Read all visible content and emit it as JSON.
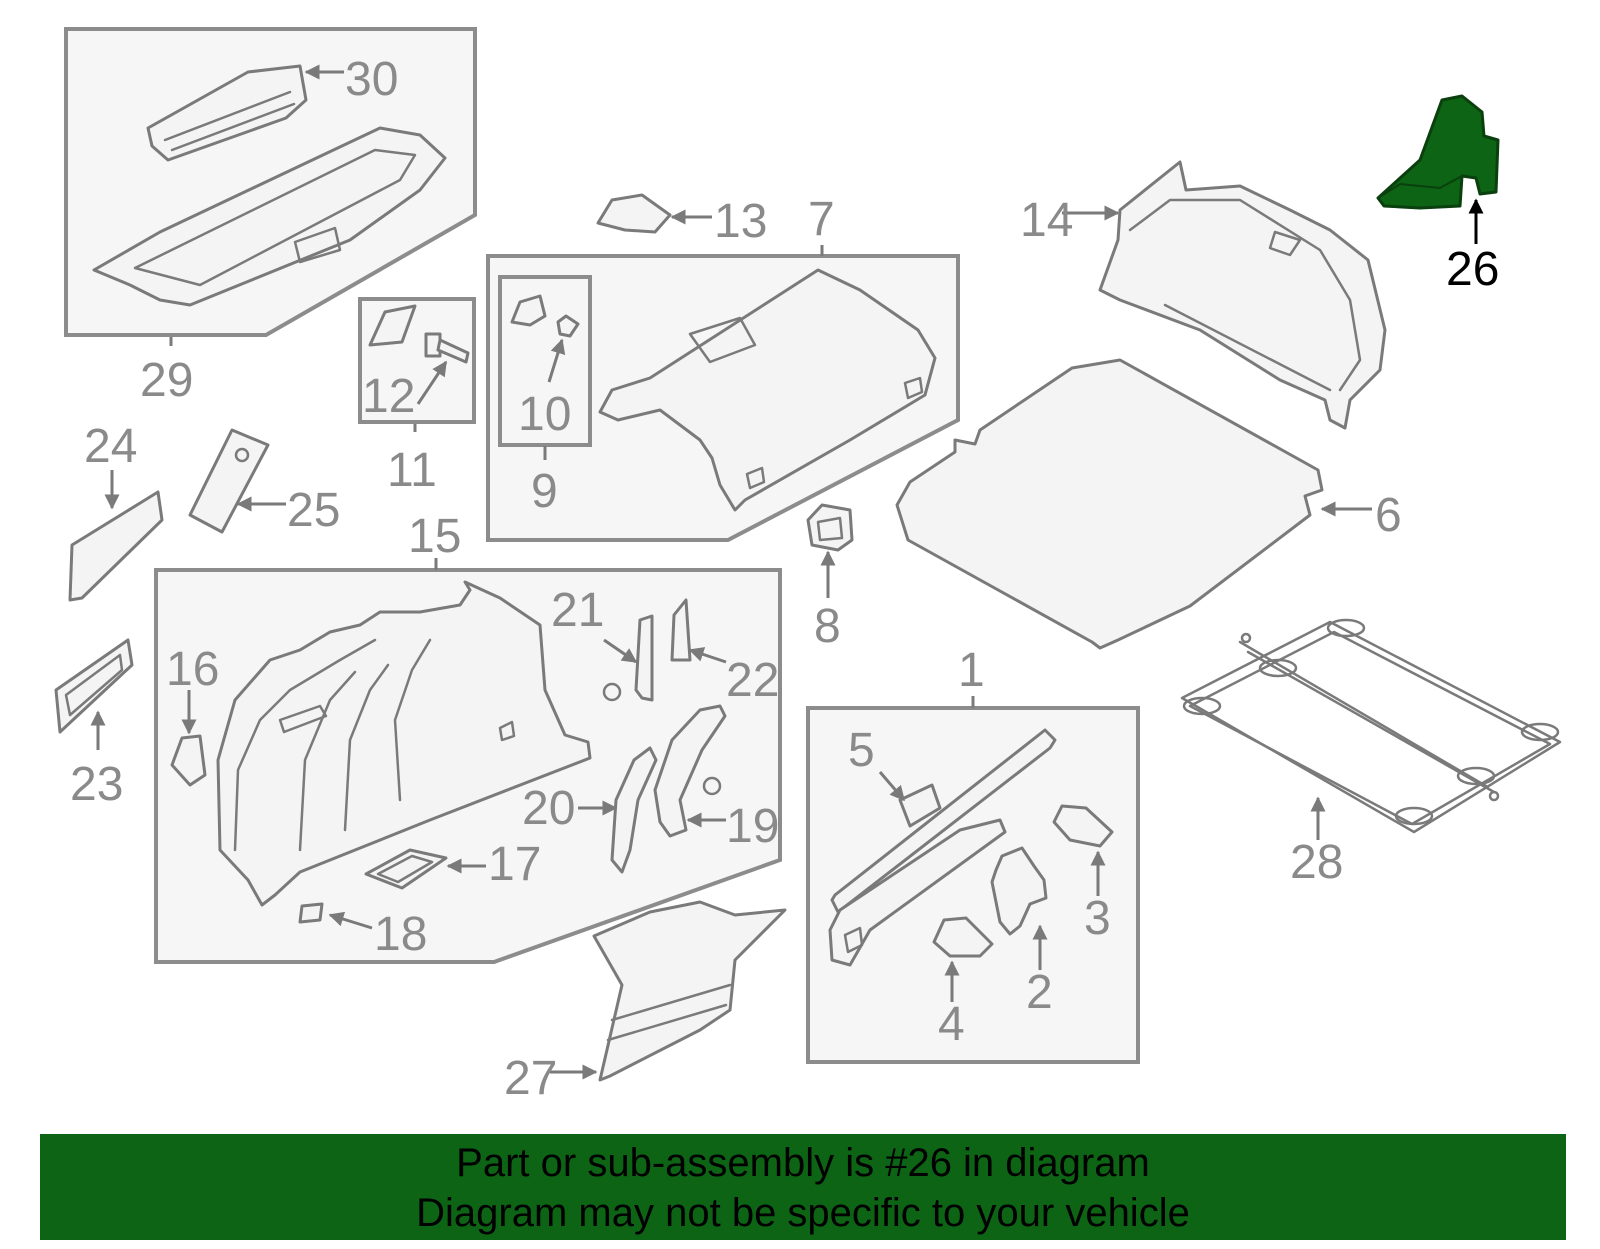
{
  "diagram": {
    "highlighted_part": "26",
    "highlight_color": "#0c6414",
    "labels": {
      "p1": "1",
      "p2": "2",
      "p3": "3",
      "p4": "4",
      "p5": "5",
      "p6": "6",
      "p7": "7",
      "p8": "8",
      "p9": "9",
      "p10": "10",
      "p11": "11",
      "p12": "12",
      "p13": "13",
      "p14": "14",
      "p15": "15",
      "p16": "16",
      "p17": "17",
      "p18": "18",
      "p19": "19",
      "p20": "20",
      "p21": "21",
      "p22": "22",
      "p23": "23",
      "p24": "24",
      "p25": "25",
      "p26": "26",
      "p27": "27",
      "p28": "28",
      "p29": "29",
      "p30": "30"
    }
  },
  "banner": {
    "line1": "Part or sub-assembly is #26 in diagram",
    "line2": "Diagram may not be specific to your vehicle",
    "background": "#0c6414"
  }
}
